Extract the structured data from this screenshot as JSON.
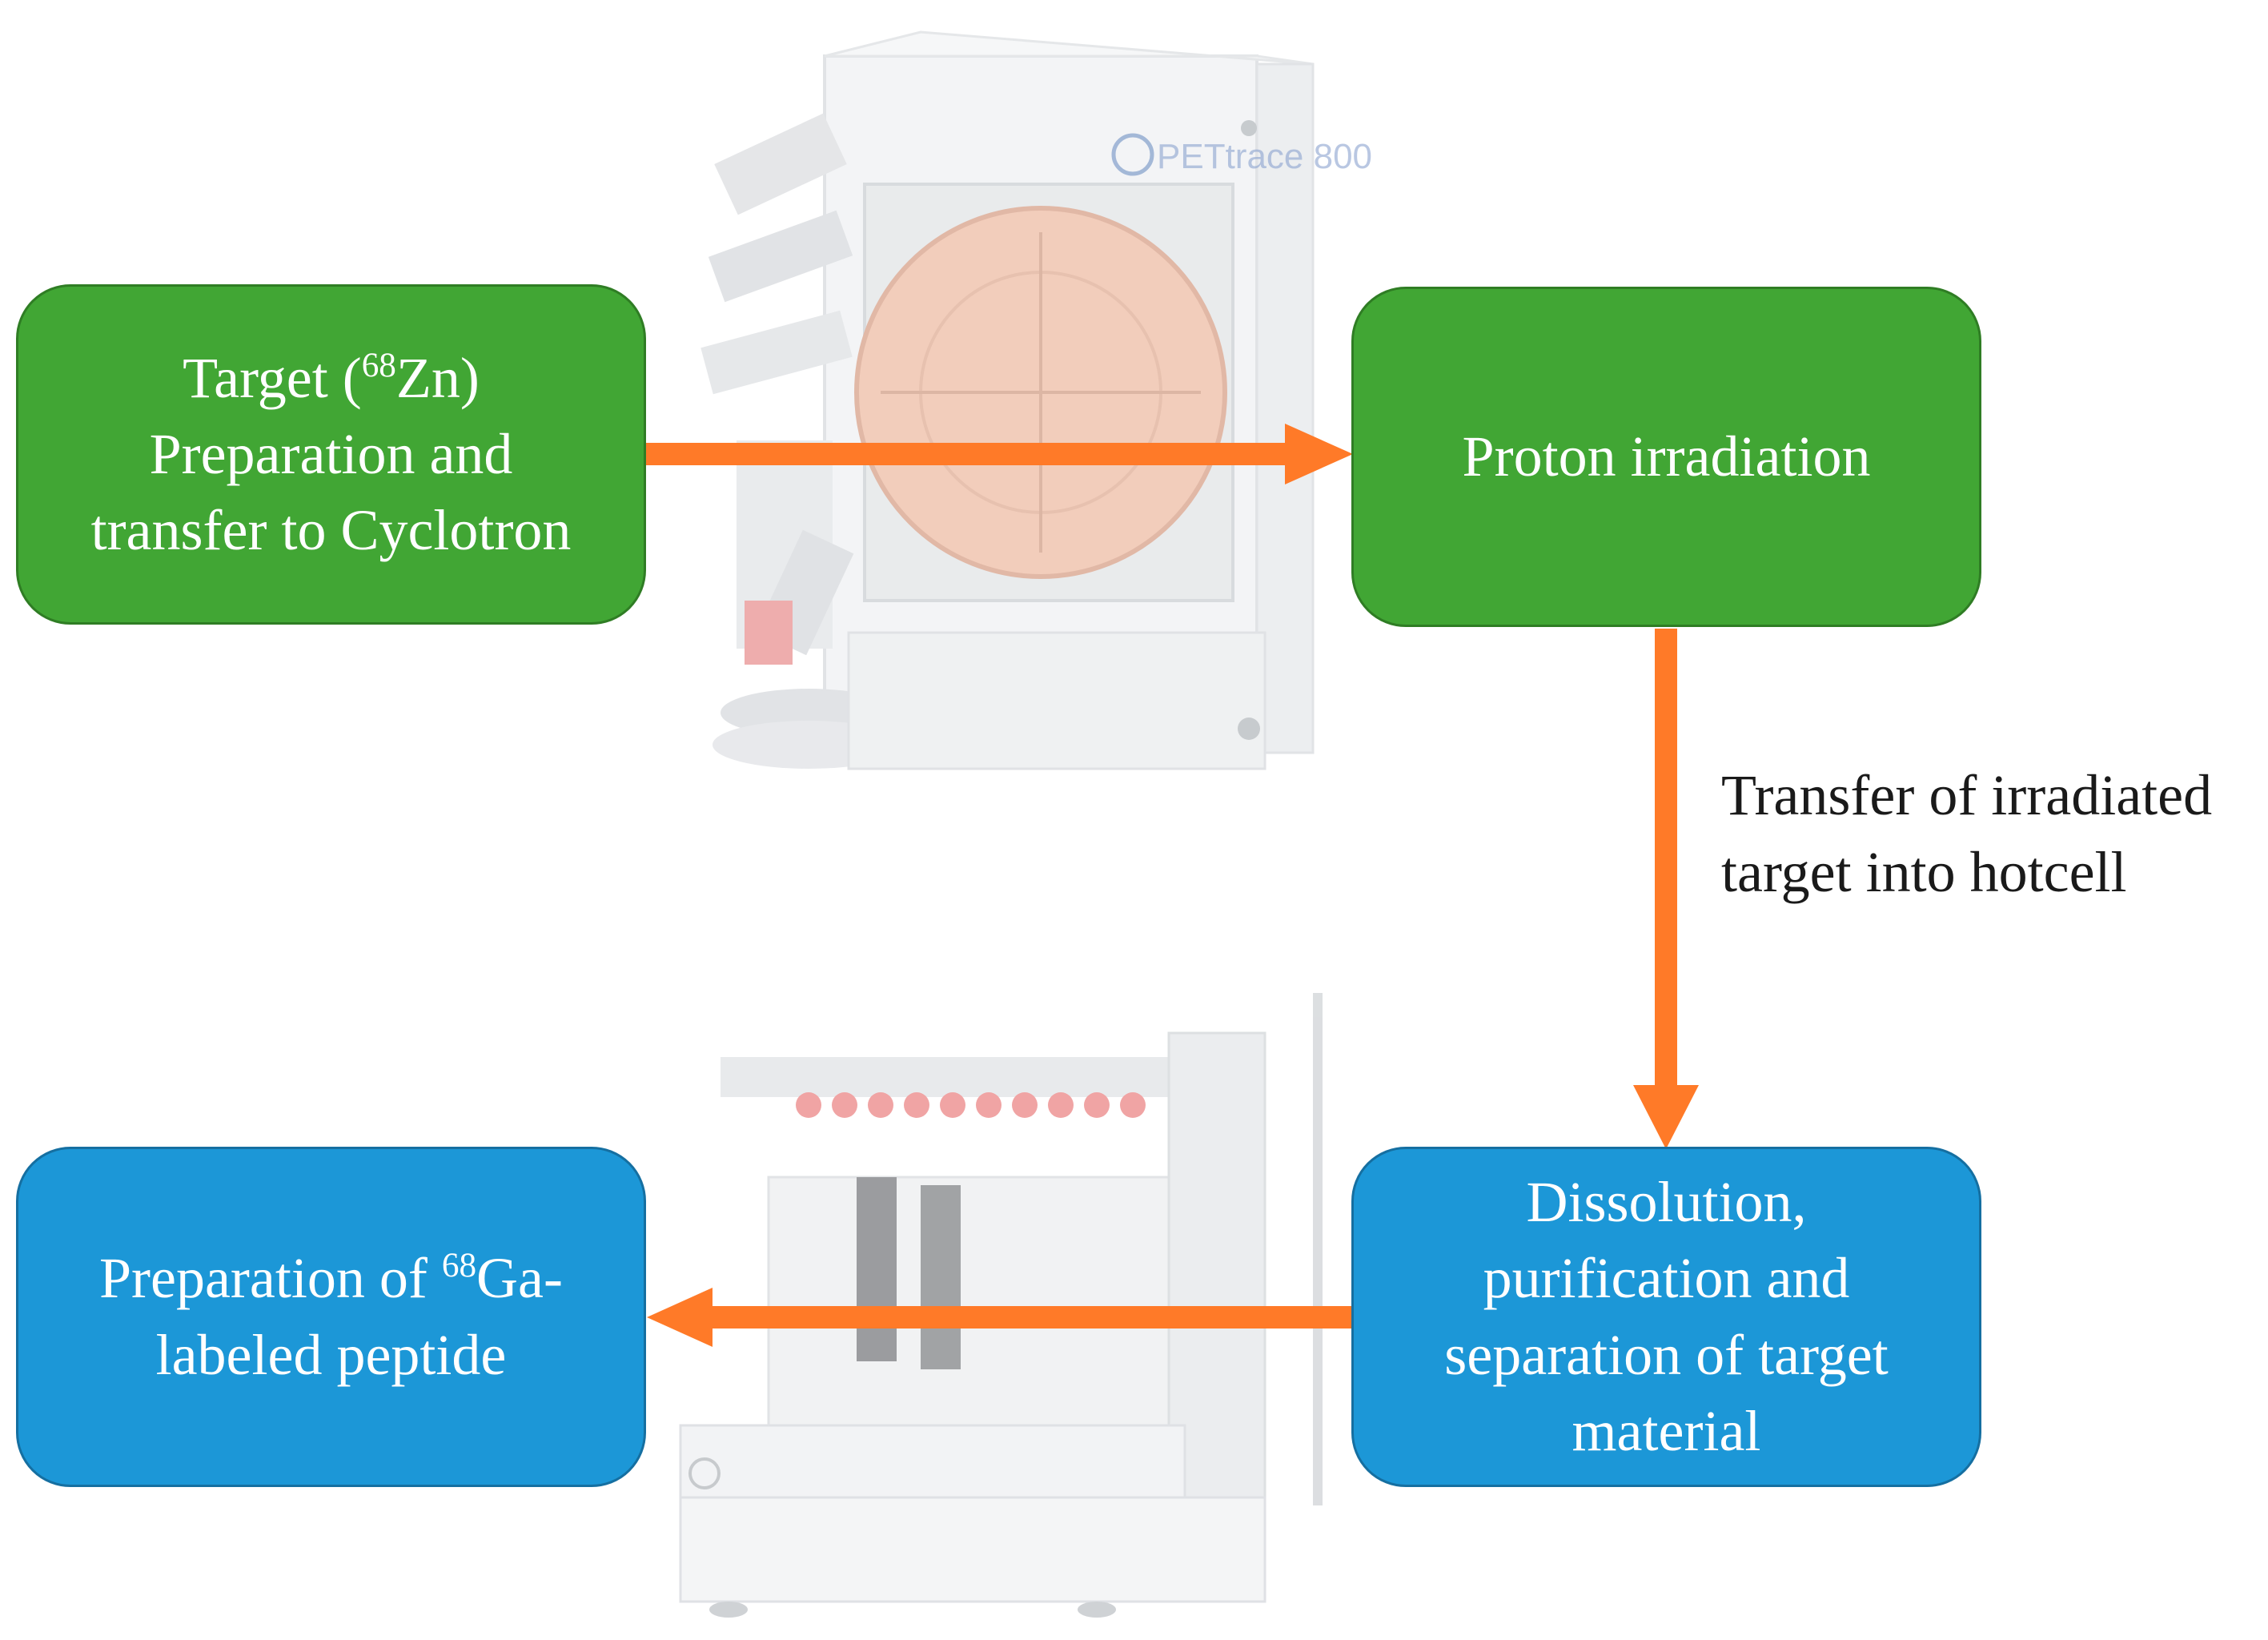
{
  "colors": {
    "process_box": "#41a634",
    "chemistry_box": "#1c97d7",
    "arrow": "#ff7a28"
  },
  "images": {
    "top": "cyclotron-machine",
    "top_badge": "PETtrace 800",
    "bottom": "synthesis-module"
  },
  "boxes": {
    "target_prep": {
      "line1_a": "Target (",
      "line1_sup": "68",
      "line1_b": "Zn)",
      "line2": "Preparation and",
      "line3": "transfer to Cyclotron"
    },
    "proton_irradiation": {
      "label": "Proton irradiation"
    },
    "dissolution": {
      "line1": "Dissolution,",
      "line2": "purification and",
      "line3": "separation of target",
      "line4": "material"
    },
    "ga_preparation": {
      "line1_a": "Preparation of ",
      "line1_sup": "68",
      "line1_b": "Ga-",
      "line2": "labeled peptide"
    }
  },
  "arrow_label": {
    "line1": "Transfer of irradiated",
    "line2": "target into hotcell"
  }
}
